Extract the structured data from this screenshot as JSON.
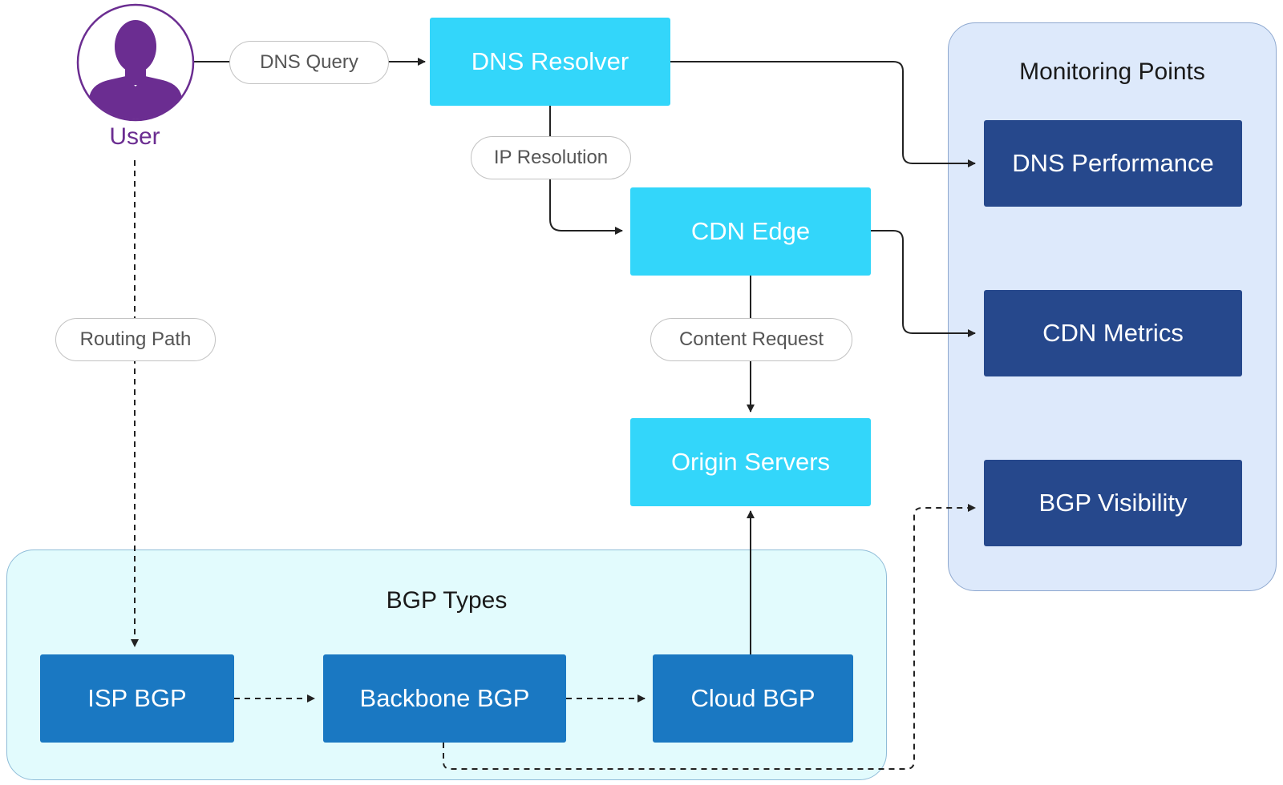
{
  "colors": {
    "request_box": "#33d6fa",
    "bgp_box": "#1a78c2",
    "monitor_box": "#26488c",
    "bgp_group_fill": "#e2fbfd",
    "bgp_group_border": "#8fbcd8",
    "monitor_group_fill": "#dde9fb",
    "monitor_group_border": "#8ea8cf",
    "user_accent": "#6b2d91",
    "connector": "#222222"
  },
  "user": {
    "label": "User",
    "icon": "user-silhouette-icon"
  },
  "nodes": {
    "dns_resolver": "DNS Resolver",
    "cdn_edge": "CDN Edge",
    "origin_servers": "Origin Servers",
    "isp_bgp": "ISP BGP",
    "backbone_bgp": "Backbone BGP",
    "cloud_bgp": "Cloud BGP",
    "dns_performance": "DNS Performance",
    "cdn_metrics": "CDN Metrics",
    "bgp_visibility": "BGP Visibility"
  },
  "groups": {
    "bgp_types": "BGP Types",
    "monitoring_points": "Monitoring Points"
  },
  "edge_labels": {
    "dns_query": "DNS Query",
    "ip_resolution": "IP Resolution",
    "routing_path": "Routing Path",
    "content_request": "Content Request"
  }
}
